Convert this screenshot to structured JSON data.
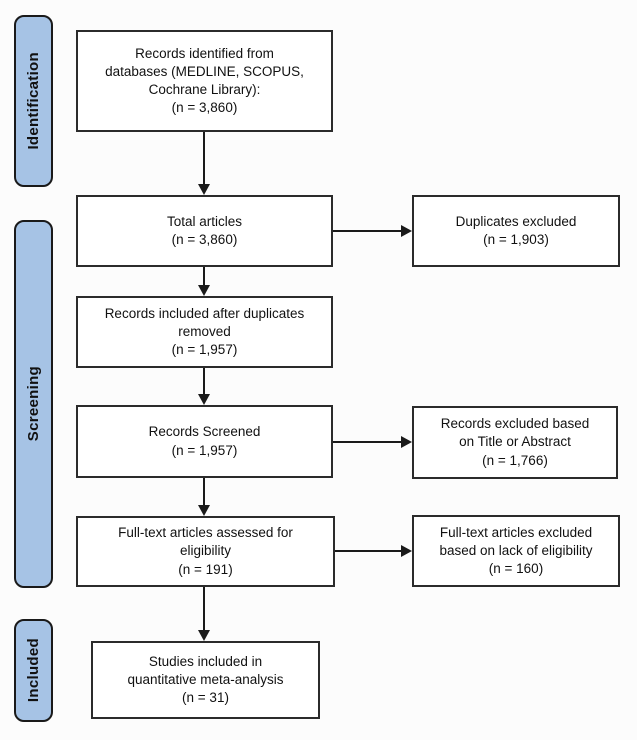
{
  "colors": {
    "stage_fill": "#a6c3e5",
    "stage_border": "#1a1a1a",
    "box_border": "#2b2b2b",
    "box_fill": "#ffffff",
    "arrow": "#1a1a1a",
    "text": "#111111"
  },
  "stages": [
    {
      "label": "Identification"
    },
    {
      "label": "Screening"
    },
    {
      "label": "Included"
    }
  ],
  "boxes": {
    "records_identified": {
      "lines": [
        "Records identified from",
        "databases (MEDLINE, SCOPUS,",
        "Cochrane Library):",
        "(n = 3,860)"
      ]
    },
    "total_articles": {
      "lines": [
        "Total articles",
        "(n = 3,860)"
      ]
    },
    "duplicates_excluded": {
      "lines": [
        "Duplicates excluded",
        "(n = 1,903)"
      ]
    },
    "after_duplicates_removed": {
      "lines": [
        "Records included after duplicates",
        "removed",
        "(n = 1,957)"
      ]
    },
    "records_screened": {
      "lines": [
        "Records Screened",
        "(n = 1,957)"
      ]
    },
    "records_excluded_title_abstract": {
      "lines": [
        "Records excluded based",
        "on Title or Abstract",
        "(n = 1,766)"
      ]
    },
    "fulltext_assessed": {
      "lines": [
        "Full-text articles assessed for",
        "eligibility",
        "(n = 191)"
      ]
    },
    "fulltext_excluded": {
      "lines": [
        "Full-text articles excluded",
        "based on lack of eligibility",
        "(n = 160)"
      ]
    },
    "studies_included": {
      "lines": [
        "Studies included in",
        "quantitative meta-analysis",
        "(n = 31)"
      ]
    }
  }
}
